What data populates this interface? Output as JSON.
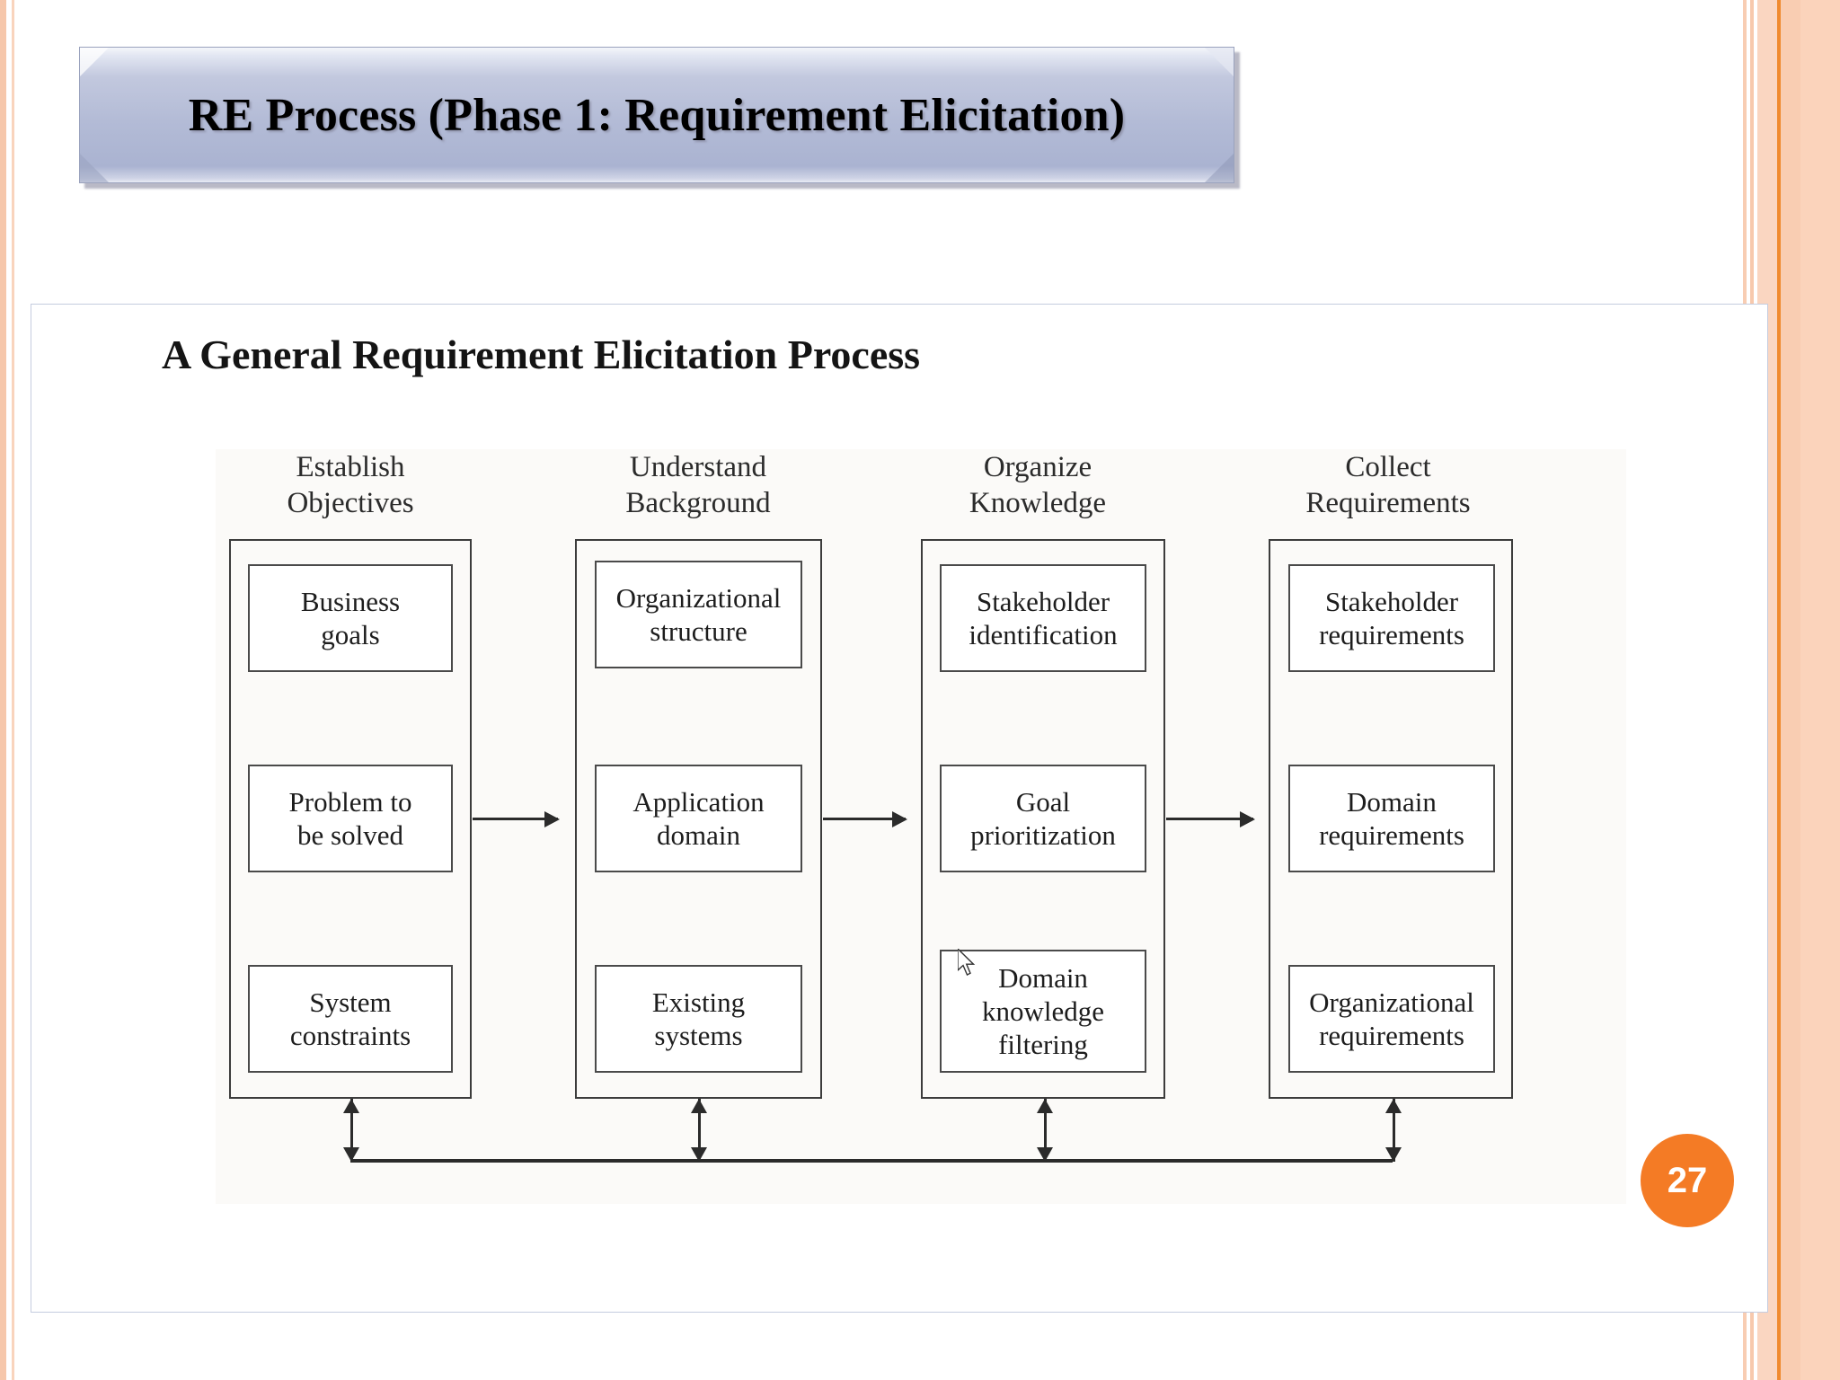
{
  "slide": {
    "title": "RE Process (Phase 1: Requirement Elicitation)",
    "subtitle": "A General Requirement Elicitation Process",
    "page_number": "27",
    "accent_color": "#f47b25",
    "banner_color": "#b3bbd6",
    "border_color": "#fbd3bb"
  },
  "diagram": {
    "type": "flow",
    "columns": [
      {
        "header_line1": "Establish",
        "header_line2": "Objectives",
        "nodes": [
          {
            "line1": "Business",
            "line2": "goals",
            "line3": ""
          },
          {
            "line1": "Problem to",
            "line2": "be solved",
            "line3": ""
          },
          {
            "line1": "System",
            "line2": "constraints",
            "line3": ""
          }
        ]
      },
      {
        "header_line1": "Understand",
        "header_line2": "Background",
        "nodes": [
          {
            "line1": "Organizational",
            "line2": "structure",
            "line3": ""
          },
          {
            "line1": "Application",
            "line2": "domain",
            "line3": ""
          },
          {
            "line1": "Existing",
            "line2": "systems",
            "line3": ""
          }
        ]
      },
      {
        "header_line1": "Organize",
        "header_line2": "Knowledge",
        "nodes": [
          {
            "line1": "Stakeholder",
            "line2": "identification",
            "line3": ""
          },
          {
            "line1": "Goal",
            "line2": "prioritization",
            "line3": ""
          },
          {
            "line1": "Domain",
            "line2": "knowledge",
            "line3": "filtering"
          }
        ]
      },
      {
        "header_line1": "Collect",
        "header_line2": "Requirements",
        "nodes": [
          {
            "line1": "Stakeholder",
            "line2": "requirements",
            "line3": ""
          },
          {
            "line1": "Domain",
            "line2": "requirements",
            "line3": ""
          },
          {
            "line1": "Organizational",
            "line2": "requirements",
            "line3": ""
          }
        ]
      }
    ],
    "connector_icon": "arrow-right-icon",
    "feedback_icon": "double-arrow-vertical-icon"
  }
}
